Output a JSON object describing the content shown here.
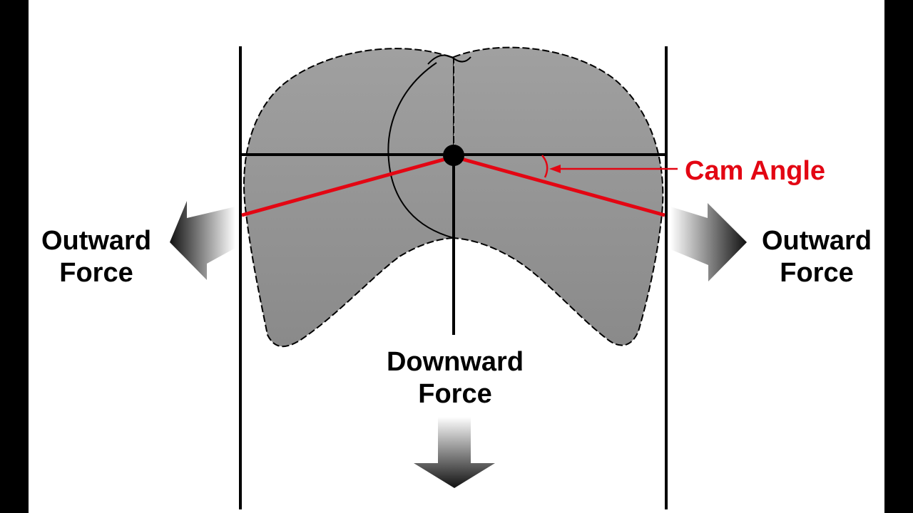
{
  "labels": {
    "cam_angle": "Cam Angle",
    "left_force": [
      "Outward",
      "Force"
    ],
    "right_force": [
      "Outward",
      "Force"
    ],
    "down_force": [
      "Downward",
      "Force"
    ]
  },
  "colors": {
    "background_bars": "#000000",
    "panel": "#ffffff",
    "cam_fill": "#999999",
    "outline": "#000000",
    "accent_red": "#e30613"
  },
  "icons": {
    "left_arrow": "arrow-left-gradient-icon",
    "right_arrow": "arrow-right-gradient-icon",
    "down_arrow": "arrow-down-gradient-icon",
    "pivot": "pivot-dot-icon"
  }
}
